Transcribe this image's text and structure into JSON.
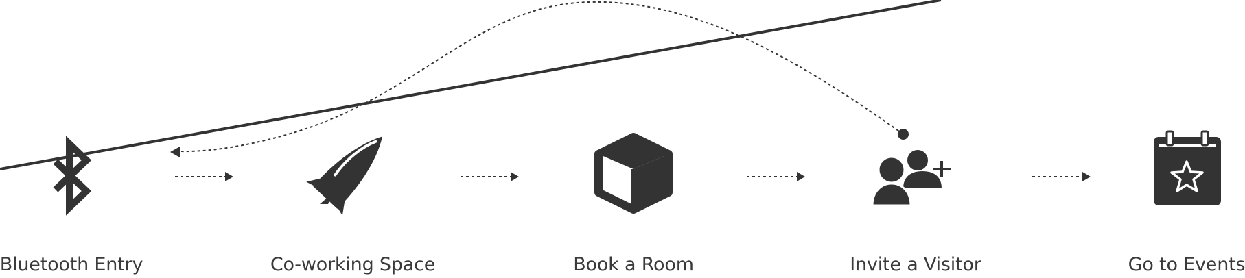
{
  "steps": [
    {
      "label": "Bluetooth Entry",
      "icon": "bluetooth-icon"
    },
    {
      "label": "Co-working Space",
      "icon": "rocket-icon"
    },
    {
      "label": "Book a Room",
      "icon": "cube-icon"
    },
    {
      "label": "Invite a Visitor",
      "icon": "add-user-icon"
    },
    {
      "label": "Go to Events",
      "icon": "event-calendar-icon"
    }
  ],
  "colors": {
    "icon": "#333333",
    "text": "#3a3a3a",
    "connector": "#333333",
    "background": "#ffffff"
  }
}
